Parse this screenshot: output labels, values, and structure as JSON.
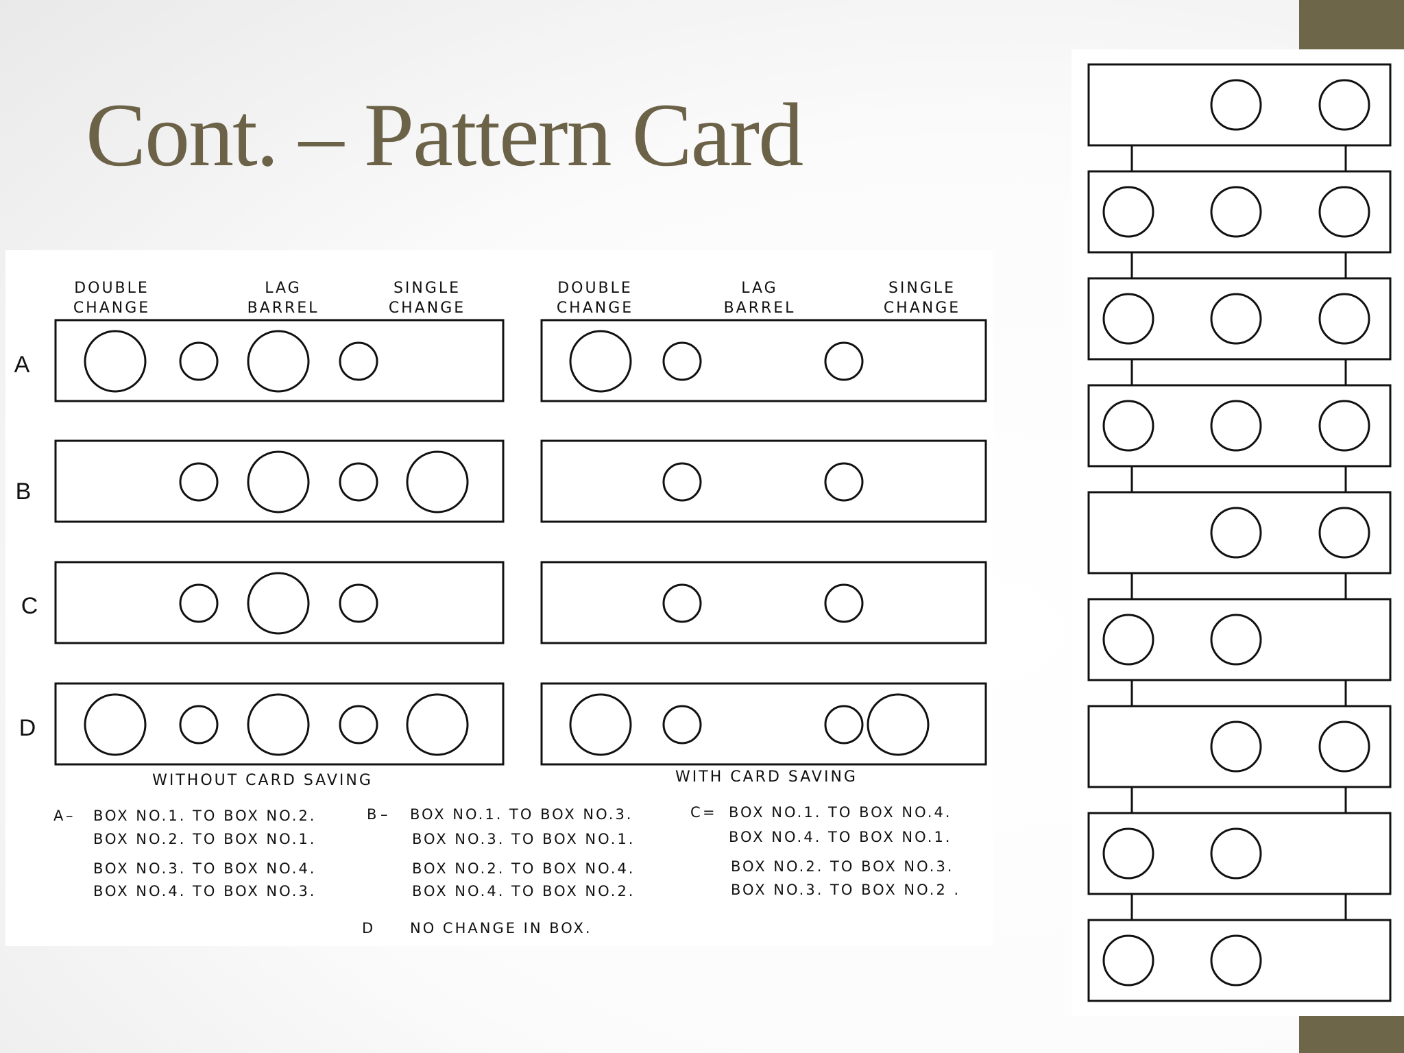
{
  "slide": {
    "title": "Cont. – Pattern Card",
    "accent_color": "#6e6649",
    "title_color": "#6b6248"
  },
  "left_figure": {
    "column_headers": {
      "double_change": [
        "DOUBLE",
        "CHANGE"
      ],
      "lag_barrel": [
        "LAG",
        "BARREL"
      ],
      "single_change": [
        "SINGLE",
        "CHANGE"
      ]
    },
    "rows": [
      {
        "label": "A"
      },
      {
        "label": "B"
      },
      {
        "label": "C"
      },
      {
        "label": "D"
      }
    ],
    "without_card_saving": {
      "caption": "WITHOUT CARD SAVING",
      "rows": [
        {
          "label": "A",
          "holes": [
            "big",
            "small",
            "big",
            "small"
          ]
        },
        {
          "label": "B",
          "holes": [
            "small",
            "big",
            "small",
            "big"
          ]
        },
        {
          "label": "C",
          "holes": [
            "small",
            "big",
            "small"
          ]
        },
        {
          "label": "D",
          "holes": [
            "big",
            "small",
            "big",
            "small",
            "big"
          ]
        }
      ]
    },
    "with_card_saving": {
      "caption": "WITH CARD SAVING",
      "rows": [
        {
          "label": "A",
          "holes": [
            "big",
            "small",
            "small"
          ]
        },
        {
          "label": "B",
          "holes": [
            "small",
            "small"
          ]
        },
        {
          "label": "C",
          "holes": [
            "small",
            "small"
          ]
        },
        {
          "label": "D",
          "holes": [
            "big",
            "small",
            "small",
            "big"
          ]
        }
      ]
    },
    "legend": {
      "a": {
        "key": "A",
        "lines": [
          "BOX NO.1. TO BOX NO.2.",
          "BOX NO.2. TO BOX NO.1.",
          "BOX NO.3. TO BOX NO.4.",
          "BOX NO.4. TO BOX NO.3."
        ]
      },
      "b": {
        "key": "B",
        "lines": [
          "BOX NO.1. TO BOX NO.3.",
          "BOX NO.3. TO BOX NO.1.",
          "BOX NO.2. TO BOX NO.4.",
          "BOX NO.4. TO BOX NO.2."
        ]
      },
      "c": {
        "key": "C",
        "lines": [
          "BOX NO.1. TO BOX NO.4.",
          "BOX NO.4. TO BOX NO.1.",
          "BOX NO.2. TO BOX NO.3.",
          "BOX NO.3. TO BOX NO.2 ."
        ]
      },
      "d": {
        "key": "D",
        "text": "NO CHANGE IN BOX."
      }
    }
  },
  "right_figure": {
    "cards": [
      {
        "holes": [
          false,
          true,
          true
        ]
      },
      {
        "holes": [
          true,
          true,
          true
        ]
      },
      {
        "holes": [
          true,
          true,
          true
        ]
      },
      {
        "holes": [
          true,
          true,
          true
        ]
      },
      {
        "holes": [
          false,
          true,
          true
        ]
      },
      {
        "holes": [
          true,
          true,
          false
        ]
      },
      {
        "holes": [
          false,
          true,
          true
        ]
      },
      {
        "holes": [
          true,
          true,
          false
        ]
      },
      {
        "holes": [
          true,
          true,
          false
        ]
      }
    ]
  }
}
